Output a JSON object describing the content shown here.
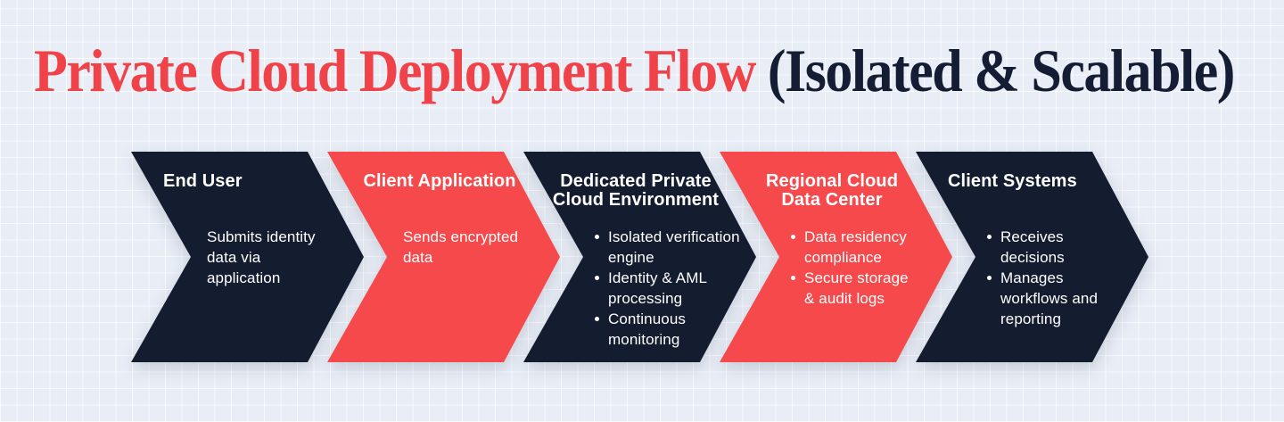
{
  "header": {
    "title_primary": "Private Cloud Deployment Flow",
    "title_secondary": "(Isolated & Scalable)"
  },
  "colors": {
    "background": "#E8EDF6",
    "grid_line": "#FFFFFF",
    "title_primary": "#F04349",
    "title_secondary": "#141D33",
    "chevron_navy": "#141C2F",
    "chevron_red": "#F5494B",
    "chevron_text": "#FFFFFF"
  },
  "flow": {
    "steps": [
      {
        "title": "End User",
        "color": "#141C2F",
        "description": "Submits identity data via application",
        "bullets": []
      },
      {
        "title": "Client Application",
        "color": "#F5494B",
        "description": "Sends encrypted data",
        "bullets": []
      },
      {
        "title": "Dedicated Private Cloud Environment",
        "color": "#141C2F",
        "description": "",
        "bullets": [
          "Isolated verification engine",
          "Identity & AML processing",
          "Continuous monitoring"
        ]
      },
      {
        "title": "Regional Cloud Data Center",
        "color": "#F5494B",
        "description": "",
        "bullets": [
          "Data residency compliance",
          "Secure storage & audit logs"
        ]
      },
      {
        "title": "Client Systems",
        "color": "#141C2F",
        "description": "",
        "bullets": [
          "Receives decisions",
          "Manages workflows and reporting"
        ]
      }
    ]
  }
}
